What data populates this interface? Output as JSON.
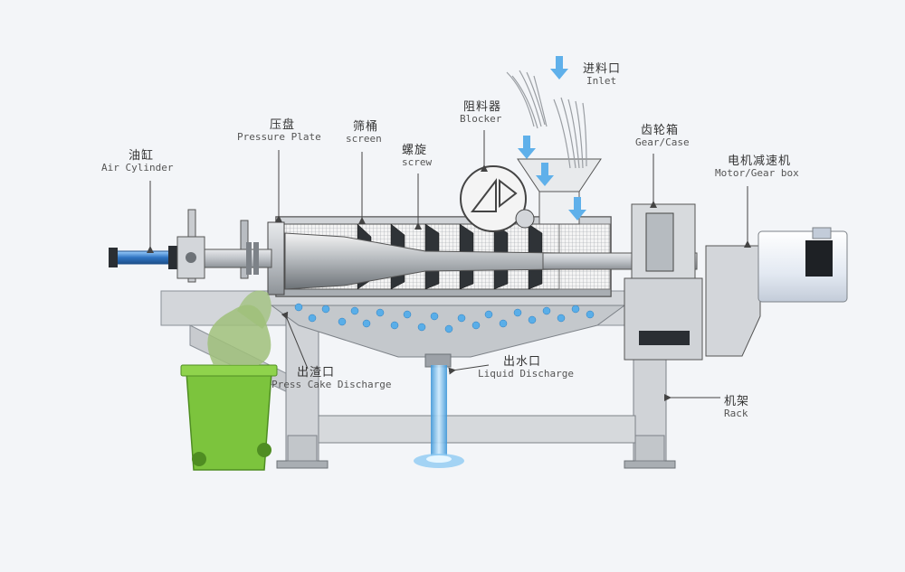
{
  "labels": {
    "air_cylinder": {
      "zh": "油缸",
      "en": "Air Cylinder"
    },
    "pressure_plate": {
      "zh": "压盘",
      "en": "Pressure Plate"
    },
    "screen": {
      "zh": "筛桶",
      "en": "screen"
    },
    "screw": {
      "zh": "螺旋",
      "en": "screw"
    },
    "blocker": {
      "zh": "阻料器",
      "en": "Blocker"
    },
    "inlet": {
      "zh": "进料口",
      "en": "Inlet"
    },
    "gear_case": {
      "zh": "齿轮箱",
      "en": "Gear/Case"
    },
    "motor": {
      "zh": "电机减速机",
      "en": "Motor/Gear box"
    },
    "cake_discharge": {
      "zh": "出渣口",
      "en": "Press Cake Discharge"
    },
    "liquid_discharge": {
      "zh": "出水口",
      "en": "Liquid Discharge"
    },
    "rack": {
      "zh": "机架",
      "en": "Rack"
    }
  },
  "colors": {
    "frame": "#c9ccd0",
    "frame_dark": "#7d8288",
    "water": "#5aaee8",
    "bin": "#7cc43d",
    "cylinder": "#3f7fc6",
    "arrow": "#5fb0ea",
    "sludge": "#9fc07a"
  }
}
